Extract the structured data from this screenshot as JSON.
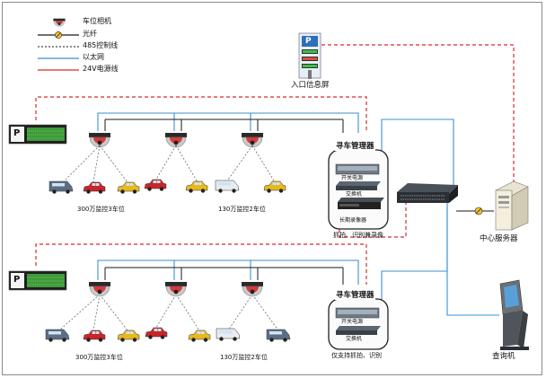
{
  "legend": {
    "camera": "车位相机",
    "fiber": "光纤",
    "rs485": "485控制线",
    "ethernet": "以太网",
    "power": "24V电源线"
  },
  "entrance_screen": {
    "label": "入口信息屏",
    "sign_letter": "P"
  },
  "zones": [
    {
      "manager": {
        "title": "寻车管理器",
        "switch_label": "开关电源",
        "exchange_label": "交换机",
        "recorder_label": "长期录像器",
        "caption": "抓拍、识别兼录像"
      },
      "group_left_caption": "300万监控3车位",
      "group_right_caption": "130万监控2车位",
      "sign_letter": "P"
    },
    {
      "manager": {
        "title": "寻车管理器",
        "switch_label": "开关电源",
        "exchange_label": "交换机",
        "caption": "仅支持抓拍、识别"
      },
      "group_left_caption": "300万监控3车位",
      "group_right_caption": "130万监控2车位",
      "sign_letter": "P"
    }
  ],
  "server": {
    "label": "中心服务器"
  },
  "kiosk": {
    "label": "查询机"
  },
  "colors": {
    "red": "#d92b2b",
    "blue": "#3a8fd1",
    "black": "#1a1a1a",
    "yellow": "#f2c12e"
  }
}
